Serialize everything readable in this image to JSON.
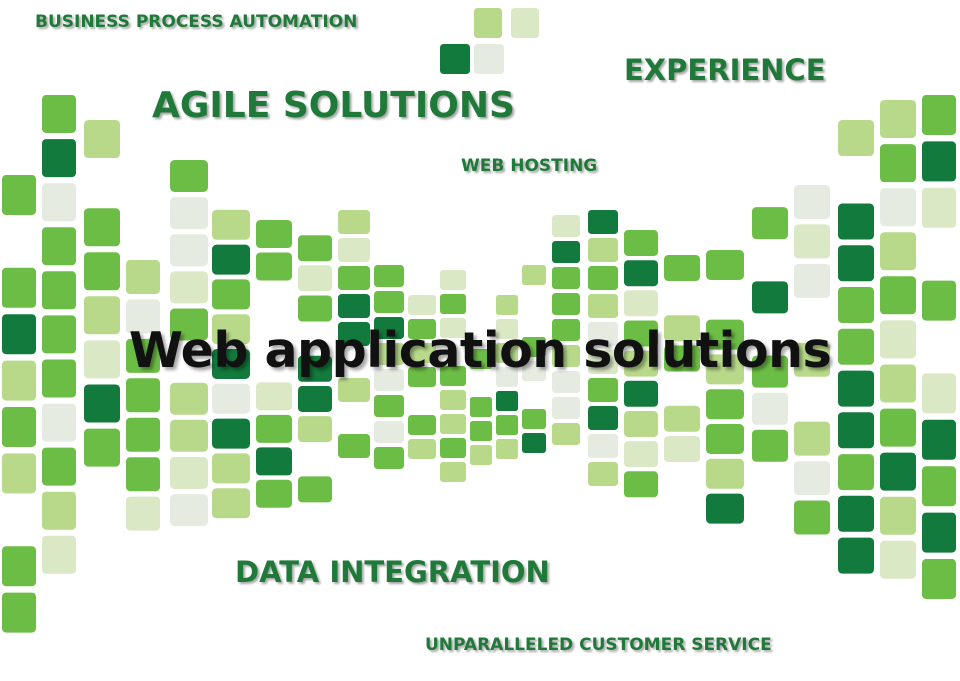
{
  "headline": "Web application solutions",
  "keywords": {
    "business_process_automation": "BUSINESS PROCESS AUTOMATION",
    "experience": "EXPERIENCE",
    "agile_solutions": "AGILE SOLUTIONS",
    "web_hosting": "WEB HOSTING",
    "data_integration": "DATA INTEGRATION",
    "customer_service": "UNPARALLELED CUSTOMER SERVICE"
  },
  "colors": {
    "keyword_text": "#1f7a3a",
    "headline_text": "#111111",
    "tile_dark": "#127a3c",
    "tile_mid": "#6cbd45",
    "tile_light": "#b8d98a",
    "tile_pale": "#dbe8c6",
    "tile_gray": "#e6ebe2"
  }
}
